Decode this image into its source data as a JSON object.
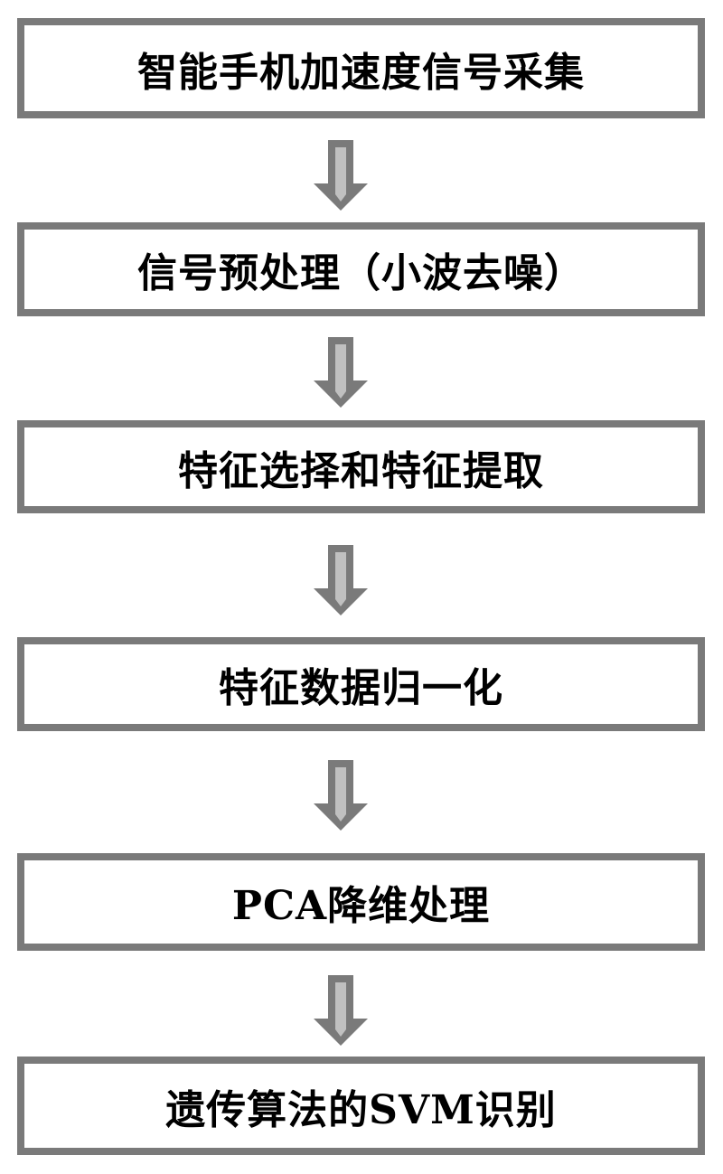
{
  "flowchart": {
    "steps": [
      {
        "label": "智能手机加速度信号采集"
      },
      {
        "label": "信号预处理（小波去噪）"
      },
      {
        "label": "特征选择和特征提取"
      },
      {
        "label": "特征数据归一化"
      },
      {
        "label": "PCA降维处理"
      },
      {
        "label": "遗传算法的SVM识别"
      }
    ],
    "arrow_icon": "down-arrow-icon",
    "colors": {
      "border": "#7a7a7a",
      "arrow_outer": "#7a7a7a",
      "arrow_inner": "#c0c0c0",
      "text": "#000000"
    }
  }
}
